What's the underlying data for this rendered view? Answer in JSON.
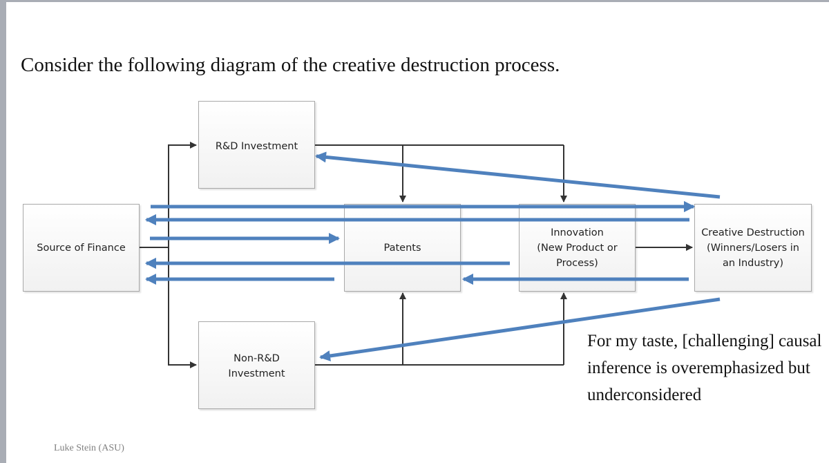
{
  "slide": {
    "title": "Consider the following diagram of the creative destruction process.",
    "footer": "Luke Stein (ASU)",
    "annotation": "For my taste, [challenging] causal inference is overemphasized but underconsidered"
  },
  "diagram": {
    "nodes": {
      "source_of_finance": "Source of Finance",
      "rd_investment": "R&D Investment",
      "non_rd_investment": "Non-R&D\nInvestment",
      "patents": "Patents",
      "innovation": "Innovation\n(New Product or\nProcess)",
      "creative_destruction": "Creative Destruction\n(Winners/Losers in\nan Industry)"
    },
    "edges_black": [
      {
        "from": "Source of Finance",
        "to": "R&D Investment"
      },
      {
        "from": "Source of Finance",
        "to": "Non-R&D Investment"
      },
      {
        "from": "R&D Investment",
        "to": "Patents"
      },
      {
        "from": "R&D Investment",
        "to": "Innovation"
      },
      {
        "from": "Non-R&D Investment",
        "to": "Patents"
      },
      {
        "from": "Non-R&D Investment",
        "to": "Innovation"
      },
      {
        "from": "Innovation",
        "to": "Creative Destruction"
      }
    ],
    "edges_blue": [
      {
        "from": "Source of Finance",
        "to": "Creative Destruction"
      },
      {
        "from": "Creative Destruction",
        "to": "Source of Finance"
      },
      {
        "from": "Source of Finance",
        "to": "Patents"
      },
      {
        "from": "Innovation",
        "to": "Source of Finance"
      },
      {
        "from": "Patents",
        "to": "Source of Finance"
      },
      {
        "from": "Creative Destruction",
        "to": "Patents"
      },
      {
        "from": "Creative Destruction",
        "to": "R&D Investment"
      },
      {
        "from": "Creative Destruction",
        "to": "Non-R&D Investment"
      }
    ],
    "colors": {
      "blue_arrow": "#4f81bd",
      "black_arrow": "#333333"
    }
  }
}
